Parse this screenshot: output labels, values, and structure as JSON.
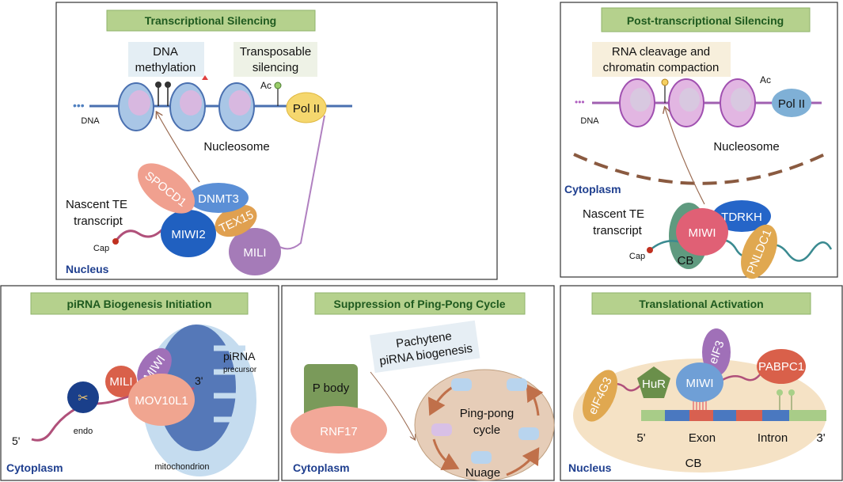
{
  "panels": {
    "transcriptional": {
      "title": "Transcriptional Silencing",
      "dna_methylation": [
        "DNA",
        "methylation"
      ],
      "transposable": [
        "Transposable",
        "silencing"
      ],
      "dna": "DNA",
      "ac": "Ac",
      "pol2": "Pol II",
      "nucleosome": "Nucleosome",
      "proteins": {
        "spocd1": "SPOCD1",
        "dnmt3": "DNMT3",
        "miwi2": "MIWI2",
        "tex15": "TEX15",
        "mili": "MILI"
      },
      "nascent": [
        "Nascent TE",
        "transcript"
      ],
      "cap": "Cap",
      "location": "Nucleus"
    },
    "post_transcriptional": {
      "title": "Post-transcriptional Silencing",
      "rna_cleavage": [
        "RNA cleavage and",
        "chromatin compaction"
      ],
      "dna": "DNA",
      "ac": "Ac",
      "pol2": "Pol II",
      "nucleosome": "Nucleosome",
      "location": "Cytoplasm",
      "nascent": [
        "Nascent TE",
        "transcript"
      ],
      "cap": "Cap",
      "proteins": {
        "cb": "CB",
        "miwi": "MIWI",
        "tdrkh": "TDRKH",
        "pnldc1": "PNLDC1"
      }
    },
    "biogenesis": {
      "title": "piRNA Biogenesis Initiation",
      "pirna": "piRNA",
      "precursor": "precursor",
      "three_prime": "3'",
      "five_prime": "5'",
      "proteins": {
        "mili": "MILI",
        "miwi": "MIWI",
        "mov10l1": "MOV10L1"
      },
      "endo": "endo",
      "mitochondrion": "mitochondrion",
      "location": "Cytoplasm"
    },
    "pingpong": {
      "title": "Suppression of Ping-Pong Cycle",
      "pachytene": [
        "Pachytene",
        "piRNA biogenesis"
      ],
      "p_body": "P body",
      "rnf17": "RNF17",
      "cycle": [
        "Ping-pong",
        "cycle"
      ],
      "nuage": "Nuage",
      "location": "Cytoplasm"
    },
    "translational": {
      "title": "Translational Activation",
      "proteins": {
        "eif4g3": "eIF4G3",
        "hur": "HuR",
        "miwi": "MIWI",
        "eif3": "eIF3",
        "pabpc1": "PABPC1"
      },
      "five_prime": "5'",
      "exon": "Exon",
      "intron": "Intron",
      "three_prime": "3'",
      "cb": "CB",
      "location": "Nucleus"
    }
  },
  "colors": {
    "title_bg": "#b5d18d",
    "title_text": "#1f5a1f",
    "location_text": "#1f3f8f"
  }
}
